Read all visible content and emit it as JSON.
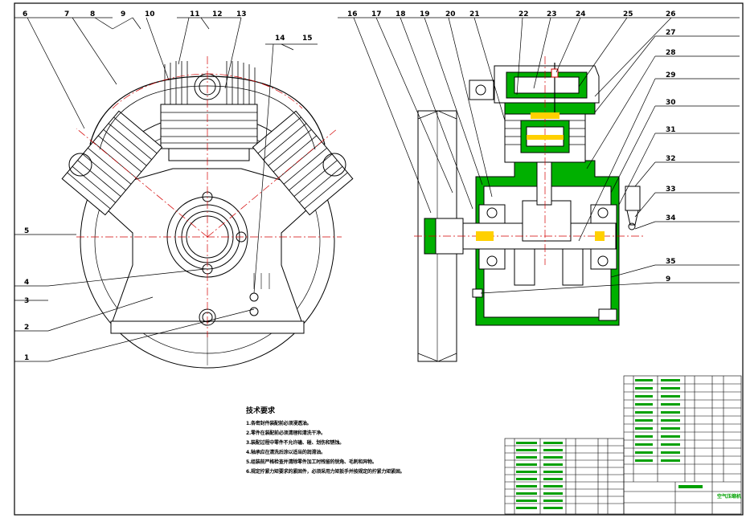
{
  "drawing": {
    "left_callouts": [
      "6",
      "7",
      "8",
      "9",
      "10",
      "11",
      "12",
      "13",
      "14",
      "15"
    ],
    "side_callouts": [
      "5",
      "4",
      "3",
      "2",
      "1"
    ],
    "right_top_callouts": [
      "16",
      "17",
      "18",
      "19",
      "20",
      "21",
      "22",
      "23",
      "24",
      "25",
      "26"
    ],
    "right_side_callouts": [
      "27",
      "28",
      "29",
      "30",
      "31",
      "32",
      "33",
      "34",
      "35",
      "9"
    ]
  },
  "technical_requirements": {
    "title": "技术要求",
    "items": [
      "1.各密封件装配前必须浸透油。",
      "2.零件在装配前必须清理和清洗干净。",
      "3.装配过程中零件不允许磕、碰、划伤和锈蚀。",
      "4.轴承应在清洗后涂以适当的润滑油。",
      "5.组装前严格检查并清除零件加工时残留的锐角、毛刺和异物。",
      "6.规定拧紧力矩要求的紧固件，必须采用力矩扳手并按规定的拧紧力矩紧固。"
    ]
  },
  "title_block": {
    "drawing_name": "空气压缩机"
  },
  "colors": {
    "line": "#000000",
    "centerline": "#d40000",
    "section_fill": "#00b000",
    "dim_line": "#00a000",
    "axis_marks": "#ffd000"
  }
}
